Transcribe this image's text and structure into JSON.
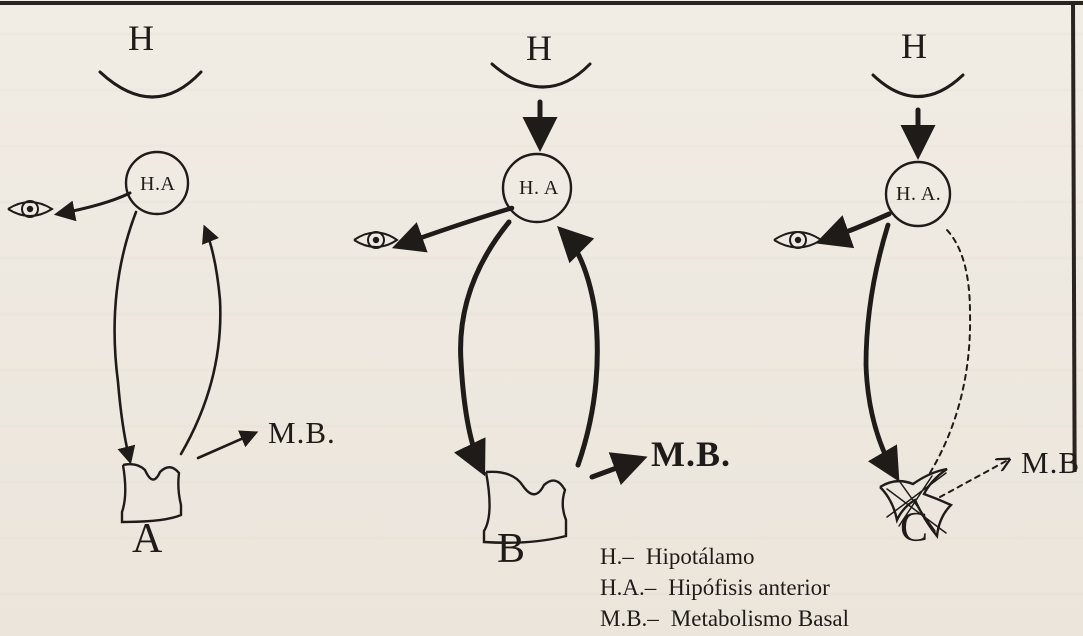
{
  "diagrams": [
    {
      "id": "A",
      "hypothalamus_label": "H",
      "pituitary_label": "H.A",
      "metabolism_label": "M.B.",
      "panel_letter": "A"
    },
    {
      "id": "B",
      "hypothalamus_label": "H",
      "pituitary_label": "H. A",
      "metabolism_label": "M.B.",
      "panel_letter": "B"
    },
    {
      "id": "C",
      "hypothalamus_label": "H",
      "pituitary_label": "H. A.",
      "metabolism_label": "M.B",
      "panel_letter": "C"
    }
  ],
  "legend": [
    {
      "abbr": "H.–",
      "meaning": "Hipotálamo"
    },
    {
      "abbr": "H.A.–",
      "meaning": "Hipófisis anterior"
    },
    {
      "abbr": "M.B.–",
      "meaning": "Metabolismo Basal"
    }
  ],
  "colors": {
    "paper": "#efeae2",
    "ink": "#1f1b18"
  }
}
